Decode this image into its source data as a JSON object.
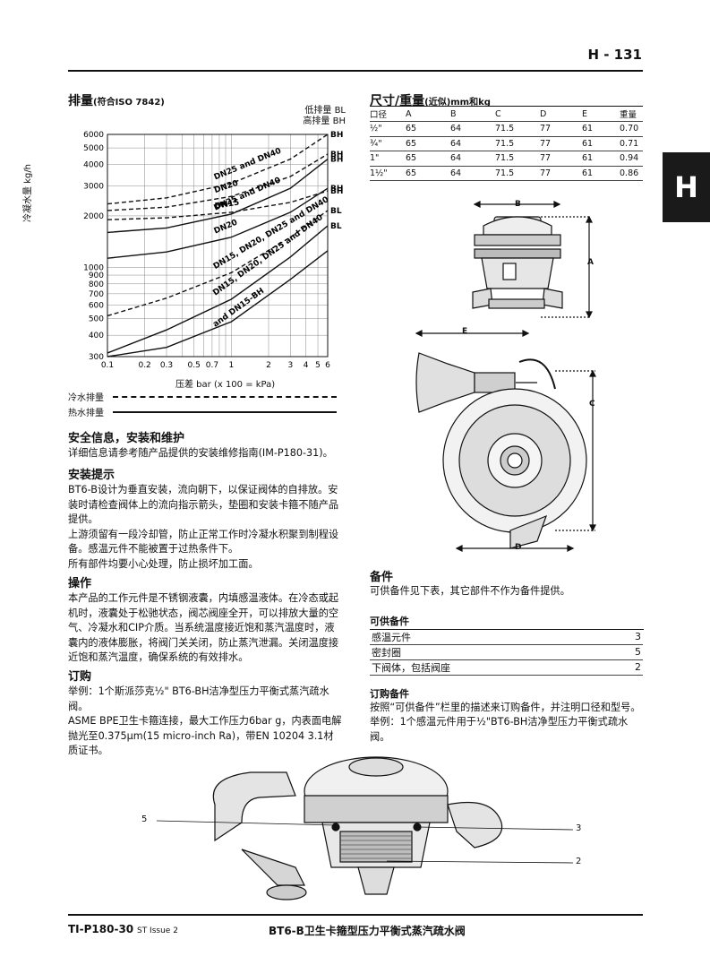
{
  "page_number": "H - 131",
  "side_tab": "H",
  "discharge": {
    "title": "排量",
    "title_note": "(符合ISO 7842)",
    "ylabel": "冷凝水量 kg/h",
    "xlabel": "压差 bar (x 100 = kPa)",
    "legend_low": "低排量",
    "legend_low_code": "BL",
    "legend_high": "高排量",
    "legend_high_code": "BH",
    "line_cold": "冷水排量",
    "line_hot": "热水排量"
  },
  "chart_data": {
    "type": "line",
    "title": "排量",
    "xlabel": "压差 bar (x 100 = kPa)",
    "ylabel": "冷凝水量 kg/h",
    "x_scale": "log",
    "y_scale": "log",
    "xlim": [
      0.1,
      6
    ],
    "ylim": [
      300,
      6000
    ],
    "x_ticks": [
      0.1,
      0.2,
      0.3,
      0.5,
      0.7,
      1,
      2,
      3,
      4,
      5,
      6
    ],
    "x_tick_labels": [
      "0.1",
      "0.2",
      "0.3",
      "0.5",
      "0.7",
      "1",
      "2",
      "3",
      "4",
      "5",
      "6"
    ],
    "y_ticks": [
      300,
      400,
      500,
      600,
      700,
      800,
      900,
      1000,
      2000,
      3000,
      4000,
      5000,
      6000
    ],
    "y_tick_labels": [
      "300",
      "400",
      "500",
      "600",
      "700",
      "800",
      "900",
      "1000",
      "2000",
      "3000",
      "4000",
      "5000",
      "6000"
    ],
    "grid": true,
    "series": [
      {
        "name": "DN25 and DN40",
        "style": "dashed",
        "end_label": "BH",
        "x": [
          0.1,
          0.3,
          1,
          3,
          6
        ],
        "y": [
          2350,
          2550,
          3100,
          4300,
          6000
        ]
      },
      {
        "name": "DN20",
        "style": "dashed",
        "end_label": "BH",
        "x": [
          0.1,
          0.3,
          1,
          3,
          6
        ],
        "y": [
          2150,
          2250,
          2600,
          3400,
          4600
        ]
      },
      {
        "name": "DN15",
        "style": "dashed",
        "end_label": "BH",
        "x": [
          0.1,
          0.3,
          1,
          3,
          6
        ],
        "y": [
          1900,
          1950,
          2100,
          2400,
          2800
        ]
      },
      {
        "name": "DN25 and DN40",
        "style": "solid",
        "end_label": "BH",
        "x": [
          0.1,
          0.3,
          1,
          3,
          6
        ],
        "y": [
          1600,
          1700,
          2050,
          2900,
          4300
        ]
      },
      {
        "name": "DN20",
        "style": "solid",
        "end_label": "BH",
        "x": [
          0.1,
          0.3,
          1,
          3,
          6
        ],
        "y": [
          1130,
          1230,
          1500,
          2100,
          2900
        ]
      },
      {
        "name": "DN15, DN20, DN25 and DN40",
        "style": "dashed",
        "end_label": "BL",
        "x": [
          0.1,
          0.3,
          1,
          3,
          6
        ],
        "y": [
          520,
          660,
          930,
          1500,
          2150
        ]
      },
      {
        "name": "DN15, DN20, DN25 and DN40",
        "style": "solid",
        "end_label": "BL",
        "x": [
          0.1,
          0.3,
          1,
          3,
          6
        ],
        "y": [
          315,
          430,
          650,
          1150,
          1750
        ]
      },
      {
        "name": "and DN15-BH",
        "style": "solid",
        "end_label": "",
        "x": [
          0.1,
          0.3,
          1,
          3,
          6
        ],
        "y": [
          300,
          340,
          480,
          850,
          1250
        ]
      }
    ]
  },
  "dimensions": {
    "title": "尺寸/重量",
    "title_note": "(近似)mm和kg",
    "headers": [
      "口径",
      "A",
      "B",
      "C",
      "D",
      "E",
      "重量"
    ],
    "rows": [
      [
        "½\"",
        "65",
        "64",
        "71.5",
        "77",
        "61",
        "0.70"
      ],
      [
        "¾\"",
        "65",
        "64",
        "71.5",
        "77",
        "61",
        "0.71"
      ],
      [
        "1\"",
        "65",
        "64",
        "71.5",
        "77",
        "61",
        "0.94"
      ],
      [
        "1½\"",
        "65",
        "64",
        "71.5",
        "77",
        "61",
        "0.86"
      ]
    ],
    "labels": {
      "a": "A",
      "b": "B",
      "c": "C",
      "d": "D",
      "e": "E"
    }
  },
  "safety": {
    "title": "安全信息，安装和维护",
    "body": "详细信息请参考随产品提供的安装维修指南(IM-P180-31)。"
  },
  "install": {
    "title": "安装提示",
    "p1": "BT6-B设计为垂直安装，流向朝下，以保证阀体的自排放。安装时请检查阀体上的流向指示箭头，垫圈和安装卡箍不随产品提供。",
    "p2": "上游须留有一段冷却管，防止正常工作时冷凝水积聚到制程设备。感温元件不能被置于过热条件下。",
    "p3": "所有部件均要小心处理，防止损坏加工面。"
  },
  "operation": {
    "title": "操作",
    "body": "本产品的工作元件是不锈钢液囊，内填感温液体。在冷态或起机时，液囊处于松驰状态，阀芯阀座全开，可以排放大量的空气、冷凝水和CIP介质。当系统温度接近饱和蒸汽温度时，液囊内的液体膨胀，将阀门关关闭，防止蒸汽泄漏。关闭温度接近饱和蒸汽温度，确保系统的有效排水。"
  },
  "ordering": {
    "title": "订购",
    "p1": "举例：1个斯派莎克½\" BT6-BH洁净型压力平衡式蒸汽疏水阀。",
    "p2": "ASME BPE卫生卡箍连接，最大工作压力6bar g，内表面电解抛光至0.375μm(15 micro-inch Ra)，带EN 10204 3.1材质证书。"
  },
  "spares": {
    "title": "备件",
    "intro": "可供备件见下表，其它部件不作为备件提供。",
    "available_title": "可供备件",
    "items": [
      {
        "name": "感温元件",
        "num": "3"
      },
      {
        "name": "密封圈",
        "num": "5"
      },
      {
        "name": "下阀体，包括阀座",
        "num": "2"
      }
    ],
    "how_title": "订购备件",
    "how_p1": "按照“可供备件”栏里的描述来订购备件，并注明口径和型号。",
    "how_p2": "举例：1个感温元件用于½\"BT6-BH洁净型压力平衡式疏水阀。"
  },
  "cutaway_labels": {
    "l5": "5",
    "l3": "3",
    "l2": "2"
  },
  "footer": {
    "doc": "TI-P180-30",
    "issue": "ST Issue 2",
    "title": "BT6-B卫生卡箍型压力平衡式蒸汽疏水阀"
  }
}
